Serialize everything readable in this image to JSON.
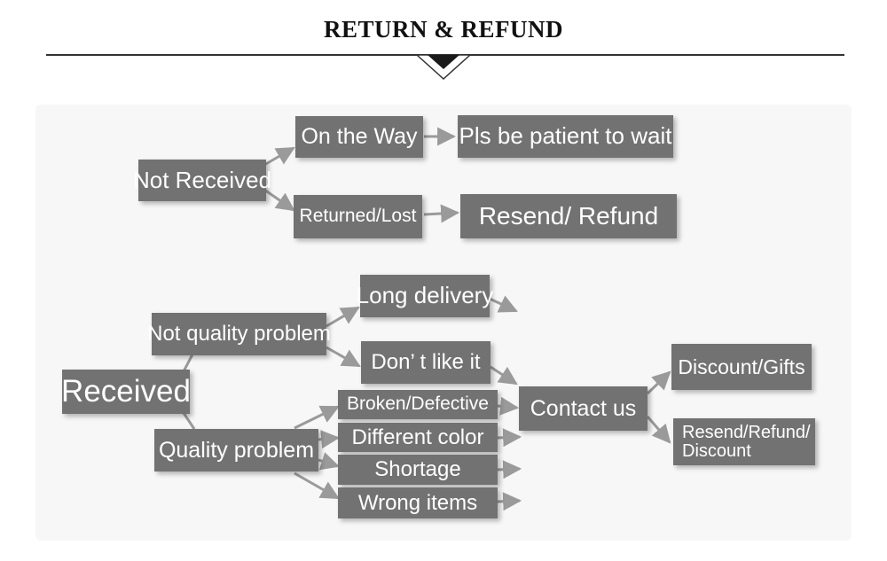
{
  "header": {
    "title": "RETURN & REFUND"
  },
  "flow": {
    "not_received": "Not Received",
    "on_the_way": "On the Way",
    "pls_wait": "Pls be patient to wait",
    "returned_lost": "Returned/Lost",
    "resend_refund": "Resend/ Refund",
    "received": "Received",
    "not_quality_problem": "Not quality problem",
    "long_delivery": "Long delivery",
    "dont_like_it": "Don’ t like it",
    "quality_problem": "Quality problem",
    "broken_defective": "Broken/Defective",
    "different_color": "Different color",
    "shortage": "Shortage",
    "wrong_items": "Wrong items",
    "contact_us": "Contact us",
    "discount_gifts": "Discount/Gifts",
    "resend_refund_discount": "Resend/Refund/\nDiscount"
  },
  "colors": {
    "box": "#727272",
    "box_text": "#ffffff",
    "arrow": "#9a9a9a",
    "title": "#111111"
  }
}
